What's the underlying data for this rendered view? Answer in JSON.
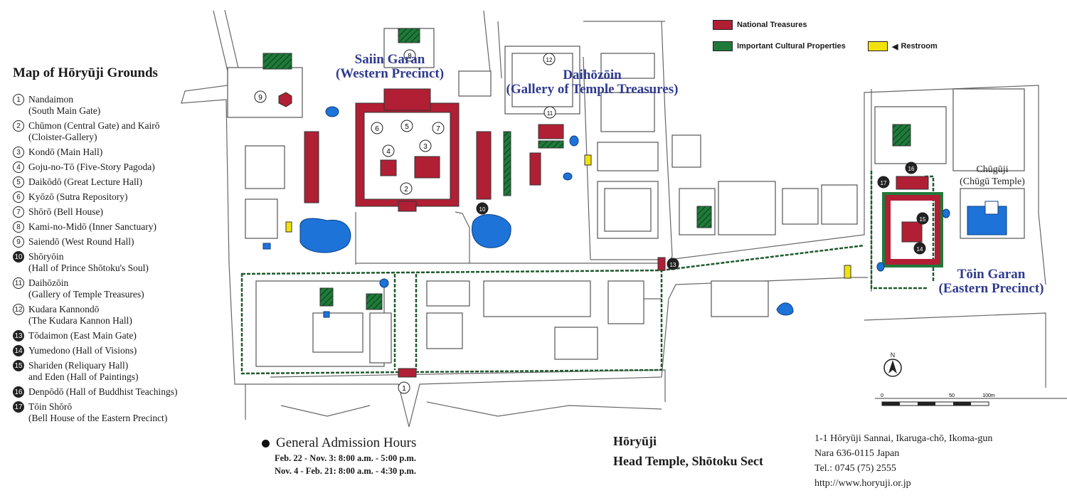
{
  "map_title": "Map of Hōryūji Grounds",
  "legend": [
    {
      "num": "1",
      "filled": false,
      "lines": [
        "Nandaimon",
        "(South Main Gate)"
      ]
    },
    {
      "num": "2",
      "filled": false,
      "lines": [
        "Chūmon (Central Gate) and Kairō",
        "(Cloister-Gallery)"
      ]
    },
    {
      "num": "3",
      "filled": false,
      "lines": [
        "Kondō (Main Hall)"
      ]
    },
    {
      "num": "4",
      "filled": false,
      "lines": [
        "Goju-no-Tō (Five-Story Pagoda)"
      ]
    },
    {
      "num": "5",
      "filled": false,
      "lines": [
        "Daikōdō (Great Lecture Hall)"
      ]
    },
    {
      "num": "6",
      "filled": false,
      "lines": [
        "Kyōzō (Sutra Repository)"
      ]
    },
    {
      "num": "7",
      "filled": false,
      "lines": [
        "Shōrō (Bell House)"
      ]
    },
    {
      "num": "8",
      "filled": false,
      "lines": [
        "Kami-no-Midō (Inner Sanctuary)"
      ]
    },
    {
      "num": "9",
      "filled": false,
      "lines": [
        "Saiendō (West Round Hall)"
      ]
    },
    {
      "num": "10",
      "filled": true,
      "lines": [
        "Shōryōin",
        "(Hall of Prince Shōtoku's Soul)"
      ]
    },
    {
      "num": "11",
      "filled": false,
      "lines": [
        "Daihōzōin",
        "(Gallery of Temple Treasures)"
      ]
    },
    {
      "num": "12",
      "filled": false,
      "lines": [
        "Kudara Kannondō",
        "(The Kudara Kannon Hall)"
      ]
    },
    {
      "num": "13",
      "filled": true,
      "lines": [
        "Tōdaimon (East Main Gate)"
      ]
    },
    {
      "num": "14",
      "filled": true,
      "lines": [
        "Yumedono (Hall of Visions)"
      ]
    },
    {
      "num": "15",
      "filled": true,
      "lines": [
        "Shariden (Reliquary Hall)",
        "and Eden (Hall of Paintings)"
      ]
    },
    {
      "num": "16",
      "filled": true,
      "lines": [
        "Denpōdō (Hall of Buddhist Teachings)"
      ]
    },
    {
      "num": "17",
      "filled": true,
      "lines": [
        "Tōin Shōrō",
        "(Bell House of the Eastern Precinct)"
      ]
    }
  ],
  "map_key": {
    "national_treasures": "National Treasures",
    "important_cultural_properties": "Important Cultural Properties",
    "restroom": "Restroom"
  },
  "precincts": {
    "saiin_line1": "Saiin Garan",
    "saiin_line2": "(Western Precinct)",
    "daihozoin_line1": "Daihōzōin",
    "daihozoin_line2": "(Gallery of Temple Treasures)",
    "toin_line1": "Tōin Garan",
    "toin_line2": "(Eastern Precinct)",
    "chuguji_line1": "Chūgūji",
    "chuguji_line2": "(Chūgū Temple)"
  },
  "markers": [
    "1",
    "2",
    "3",
    "4",
    "5",
    "6",
    "7",
    "8",
    "9",
    "10",
    "11",
    "12",
    "13",
    "14",
    "15",
    "16",
    "17"
  ],
  "scale": {
    "ticks": [
      "0",
      "50",
      "100m"
    ]
  },
  "north_symbol": "N",
  "hours": {
    "title": "General Admission Hours",
    "line1": "Feb. 22 - Nov. 3:  8:00 a.m. - 5:00 p.m.",
    "line2": "Nov. 4 - Feb. 21:  8:00 a.m. - 4:30 p.m."
  },
  "temple": {
    "name": "Hōryūji",
    "sect": "Head Temple, Shōtoku Sect"
  },
  "address": {
    "line1": "1-1 Hōryūji Sannai, Ikaruga-chō, Ikoma-gun",
    "line2": "Nara  636-0115  Japan",
    "line3": "Tel.: 0745 (75) 2555",
    "line4": "http://www.horyuji.or.jp"
  },
  "colors": {
    "national_treasure": "#b11f35",
    "cultural_property": "#1f7a3a",
    "restroom": "#f2e20c",
    "water": "#1e73d9",
    "precinct_text": "#2f3a8f",
    "line": "#555555"
  }
}
